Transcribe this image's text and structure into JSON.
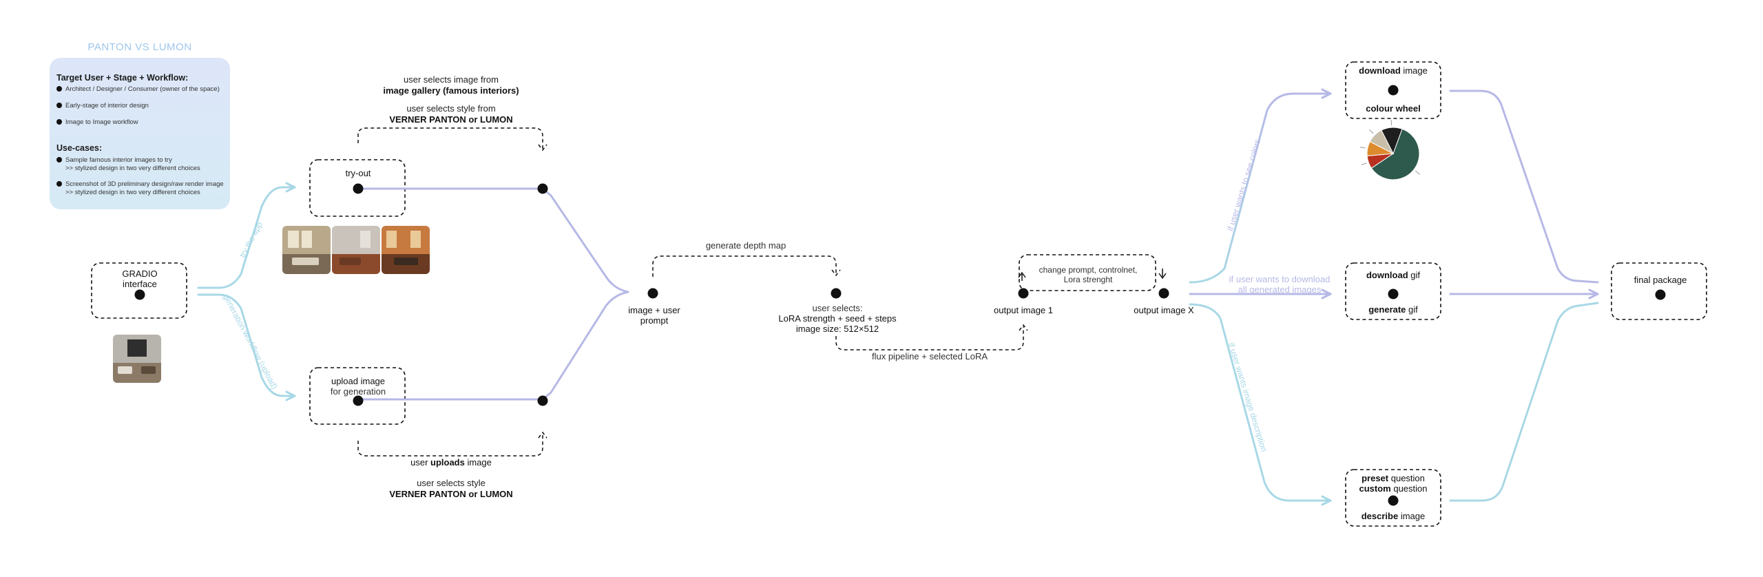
{
  "panel": {
    "title": "PANTON VS LUMON",
    "target_heading": "Target User + Stage + Workflow:",
    "target_items": [
      "Architect / Designer / Consumer (owner of the space)",
      "Early-stage of interior design",
      "Image to Image workflow"
    ],
    "usecases_heading": "Use-cases:",
    "usecases": [
      {
        "line1": "Sample famous interior images to try",
        "line2": ">> stylized design in two very different choices"
      },
      {
        "line1": "Screenshot of 3D preliminary design/raw render image",
        "line2": ">> stylized design in two very different choices"
      }
    ]
  },
  "nodes": {
    "gradio": {
      "line1": "GRADIO",
      "line2": "interface"
    },
    "tryout": {
      "line1": "try-out"
    },
    "upload": {
      "line1": "upload image",
      "line2": "for generation"
    },
    "image_prompt": {
      "line1": "image + user",
      "line2": "prompt"
    },
    "lora": {
      "line1": "user selects:",
      "line2": "LoRA strength + seed + steps",
      "line3": "image size: 512×512"
    },
    "output1": {
      "label": "output image 1"
    },
    "outputx": {
      "label": "output image X"
    },
    "change_prompt": {
      "line1": "change prompt, controlnet,",
      "line2": "Lora strenght"
    },
    "download_image": {
      "bold": "download",
      "rest": " image",
      "sub": "colour wheel"
    },
    "download_gif": {
      "bold": "download",
      "rest": " gif",
      "sub_bold": "generate",
      "sub_rest": " gif"
    },
    "questions": {
      "l1_bold": "preset",
      "l1_rest": " question",
      "l2_bold": "custom",
      "l2_rest": " question",
      "l3_bold": "describe",
      "l3_rest": " image"
    },
    "final": {
      "label": "final package"
    }
  },
  "labels": {
    "gallery_line1": "user selects image from",
    "gallery_line2": "image gallery (famous interiors)",
    "style_top_line1": "user selects style from",
    "style_top_line2": "VERNER PANTON  or  LUMON",
    "uploads_pre": "user ",
    "uploads_bold": "uploads",
    "uploads_post": " image",
    "style_bottom_line1": "user selects style",
    "style_bottom_line2": "VERNER PANTON  or LUMON",
    "depth_map": "generate depth map",
    "flux": "flux pipeline + selected LoRA",
    "try_app": "try the app",
    "generation_workflow": "generation workflow (upload)",
    "if_colors": "if user wants to see colors",
    "if_download_line1": "if user wants to download",
    "if_download_line2": "all generated images",
    "if_describe": "if user wants image description"
  },
  "colors": {
    "teal": "#a8d8e6",
    "lavender": "#b6b8e6",
    "panel_title": "#9ec6ec",
    "panel_bg": "#dbe7f7"
  },
  "chart_data": {
    "type": "pie",
    "values": [
      60,
      8,
      9,
      10,
      13
    ],
    "colors": [
      "#2e5a4e",
      "#b8321f",
      "#dd8a2e",
      "#c9bea8",
      "#1e1e1e"
    ]
  }
}
